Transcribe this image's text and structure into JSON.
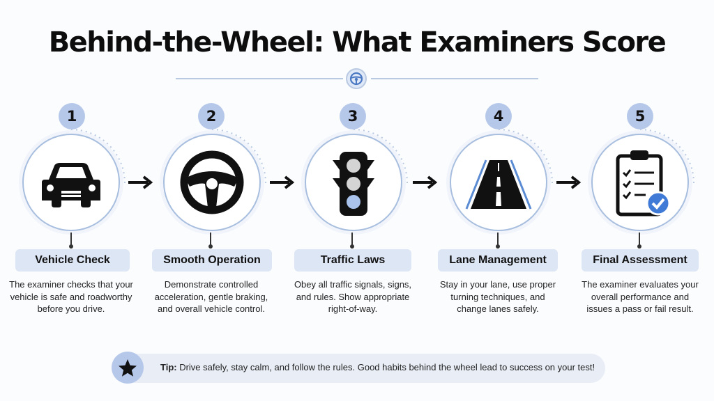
{
  "title": "Behind-the-Wheel: What Examiners Score",
  "header_icon": "steering-wheel-icon",
  "colors": {
    "accent": "#b6c8ea",
    "label_bg": "#dde6f5",
    "ring": "#a8bedf",
    "text": "#111111"
  },
  "steps": [
    {
      "number": "1",
      "icon": "car-icon",
      "label": "Vehicle Check",
      "description": "The examiner checks that your vehicle is safe and roadworthy before you drive."
    },
    {
      "number": "2",
      "icon": "steering-wheel-icon",
      "label": "Smooth Operation",
      "description": "Demonstrate controlled acceleration, gentle braking, and overall vehicle control."
    },
    {
      "number": "3",
      "icon": "traffic-light-icon",
      "label": "Traffic Laws",
      "description": "Obey all traffic signals, signs, and rules. Show appropriate right-of-way."
    },
    {
      "number": "4",
      "icon": "road-icon",
      "label": "Lane Management",
      "description": "Stay in your lane, use proper turning techniques, and change lanes safely."
    },
    {
      "number": "5",
      "icon": "clipboard-checklist-icon",
      "label": "Final Assessment",
      "description": "The examiner evaluates your overall performance and issues a pass or fail result."
    }
  ],
  "tip": {
    "icon": "star-icon",
    "label": "Tip:",
    "text": " Drive safely, stay calm, and follow the rules. Good habits behind the wheel lead to success on your test!"
  }
}
